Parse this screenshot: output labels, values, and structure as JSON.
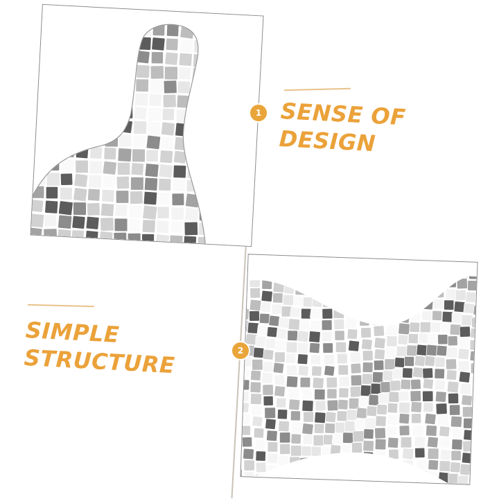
{
  "features": [
    {
      "number": "1",
      "lines": [
        "SENSE OF",
        "DESIGN"
      ]
    },
    {
      "number": "2",
      "lines": [
        "SIMPLE",
        "STRUCTURE"
      ]
    }
  ],
  "colors": {
    "accent": "#eba23a",
    "badge": "#e9a53a",
    "rule": "#e8c28a",
    "frame": "#8a8a8a",
    "divider": "#c9c3b8"
  },
  "images": [
    {
      "subject": "mirror-tile-bust-sculpture"
    },
    {
      "subject": "mirror-tile-curved-sculpture"
    }
  ]
}
